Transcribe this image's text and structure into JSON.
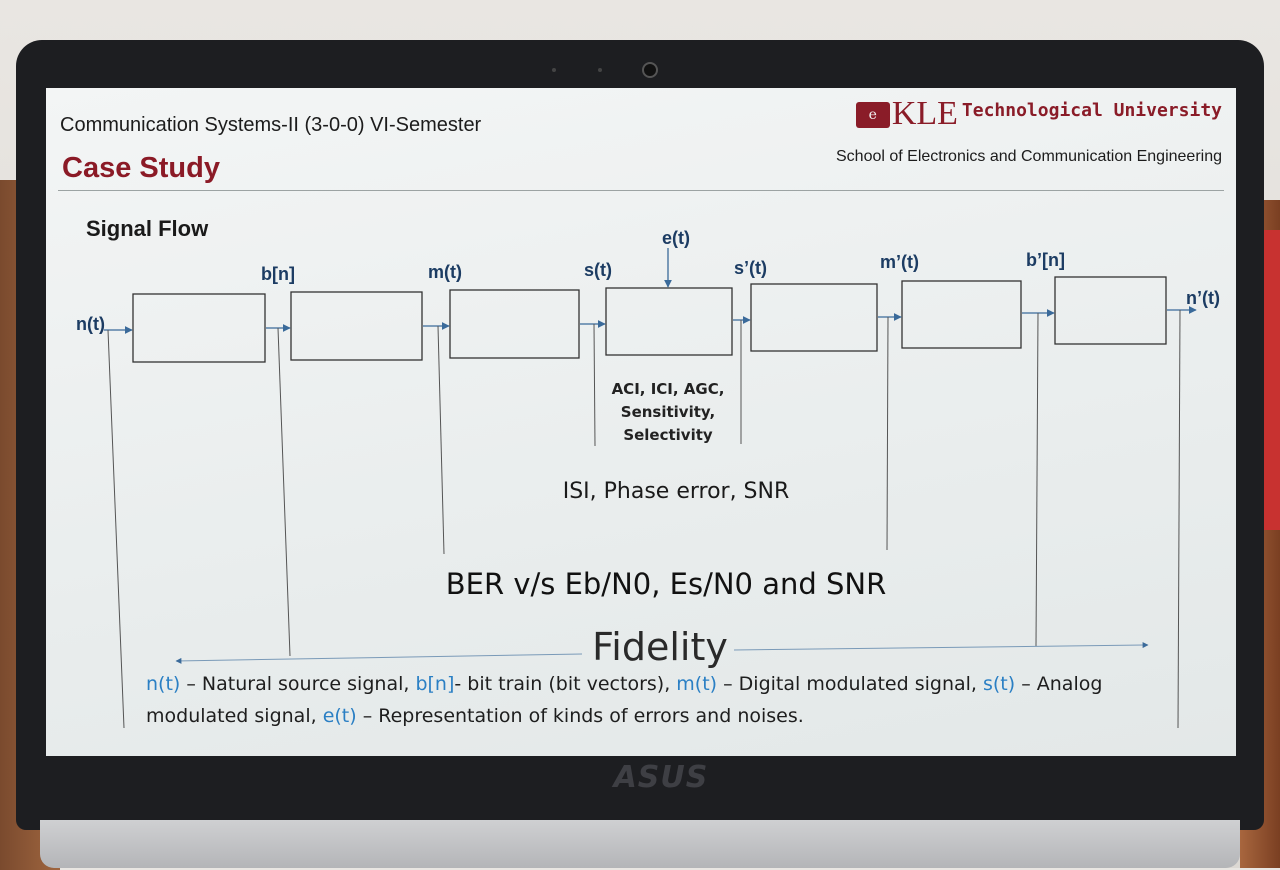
{
  "slide": {
    "course_title": "Communication Systems-II (3-0-0) VI-Semester",
    "section_title": "Case Study",
    "school": "School of Electronics and Communication Engineering",
    "university_logo": {
      "mark": "e",
      "name": "KLE",
      "subtitle": "Technological University"
    },
    "heading": "Signal Flow"
  },
  "signals": {
    "n_t": "n(t)",
    "b_n": "b[n]",
    "m_t": "m(t)",
    "s_t": "s(t)",
    "e_t": "e(t)",
    "s_prime_t": "s’(t)",
    "m_prime_t": "m’(t)",
    "b_prime_n": "b’[n]",
    "n_prime_t": "n’(t)"
  },
  "channel_notes": [
    "ACI, ICI, AGC,",
    "Sensitivity,",
    "Selectivity"
  ],
  "metrics": {
    "modulation_level": "ISI, Phase error, SNR",
    "bit_level": "BER v/s Eb/N0, Es/N0 and SNR",
    "end_to_end": "Fidelity"
  },
  "legend": {
    "items": [
      {
        "symbol": "n(t)",
        "text": " – Natural source signal, "
      },
      {
        "symbol": "b[n]",
        "text": "- bit train (bit vectors), "
      },
      {
        "symbol": "m(t)",
        "text": " – Digital modulated signal, "
      },
      {
        "symbol": "s(t)",
        "text": " – Analog modulated signal, "
      },
      {
        "symbol": "e(t)",
        "text": " – Representation of kinds of errors and noises."
      }
    ]
  },
  "device": {
    "brand": "ASUS"
  },
  "colors": {
    "accent": "#8b1a26",
    "signal_label": "#1c3c63",
    "legend_symbol": "#2a7fc4",
    "line": "#3a6a9a"
  }
}
